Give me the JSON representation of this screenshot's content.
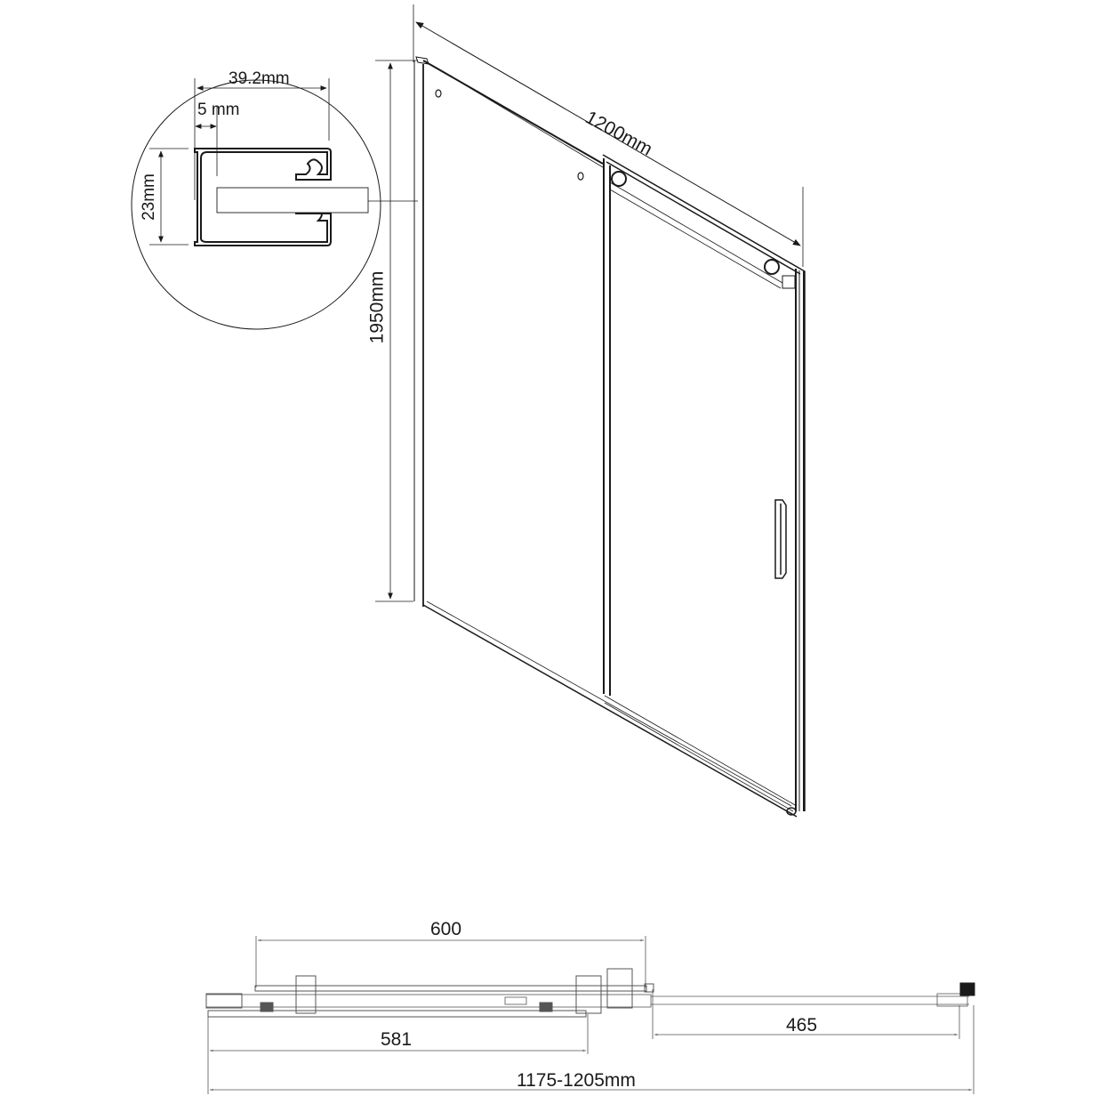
{
  "drawing": {
    "title": "Sliding shower door technical drawing",
    "profile_detail": {
      "width_label": "39.2mm",
      "wall_label": "5 mm",
      "height_label": "23mm"
    },
    "isometric_view": {
      "width_label": "1200mm",
      "height_label": "1950mm"
    },
    "plan_view": {
      "top_span_label": "600",
      "fixed_panel_label": "581",
      "opening_label": "465",
      "total_width_label": "1175-1205mm"
    },
    "colors": {
      "line": "#1a1a1a",
      "background": "#ffffff",
      "light_line": "#777777"
    }
  }
}
